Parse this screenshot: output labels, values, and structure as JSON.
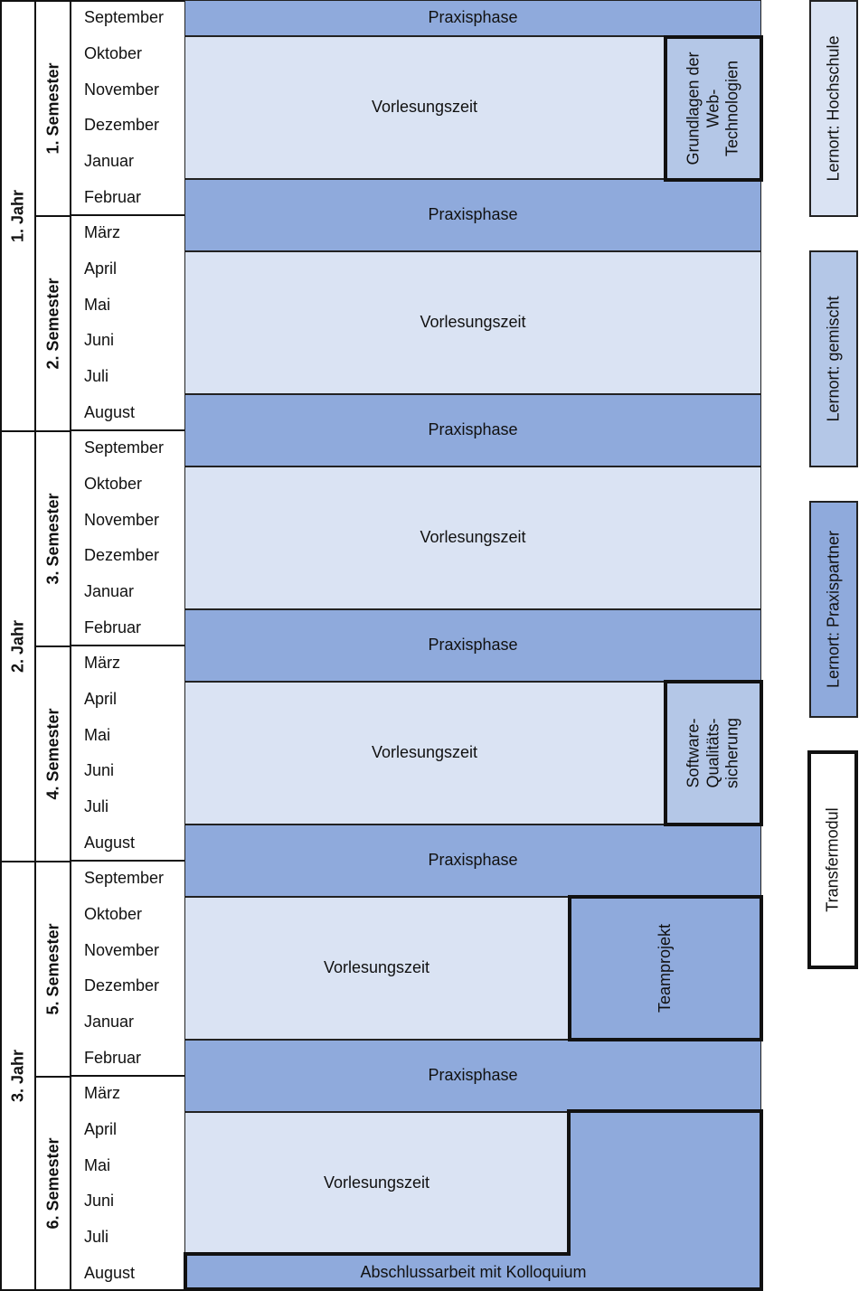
{
  "colors": {
    "praxis": "#8FAADC",
    "hochschule": "#DAE3F3",
    "gemischt": "#B4C7E7",
    "transfer_border": "#111111"
  },
  "years": [
    "1. Jahr",
    "2. Jahr",
    "3. Jahr"
  ],
  "semesters": [
    "1. Semester",
    "2. Semester",
    "3. Semester",
    "4. Semester",
    "5. Semester",
    "6. Semester"
  ],
  "months": [
    "September",
    "Oktober",
    "November",
    "Dezember",
    "Januar",
    "Februar",
    "März",
    "April",
    "Mai",
    "Juni",
    "Juli",
    "August",
    "September",
    "Oktober",
    "November",
    "Dezember",
    "Januar",
    "Februar",
    "März",
    "April",
    "Mai",
    "Juni",
    "Juli",
    "August",
    "September",
    "Oktober",
    "November",
    "Dezember",
    "Januar",
    "Februar",
    "März",
    "April",
    "Mai",
    "Juni",
    "Juli",
    "August"
  ],
  "phases": {
    "praxis": "Praxisphase",
    "vorlesung": "Vorlesungszeit"
  },
  "modules": {
    "webtech": [
      "Grundlagen der",
      "Web-",
      "Technologien"
    ],
    "swq": [
      "Software-",
      "Qualitäts-",
      "sicherung"
    ],
    "teamprojekt": "Teamprojekt",
    "abschluss": "Abschlussarbeit mit Kolloquium"
  },
  "legend": {
    "hochschule": "Lernort: Hochschule",
    "gemischt": "Lernort: gemischt",
    "praxispartner": "Lernort: Praxispartner",
    "transfer": "Transfermodul"
  }
}
